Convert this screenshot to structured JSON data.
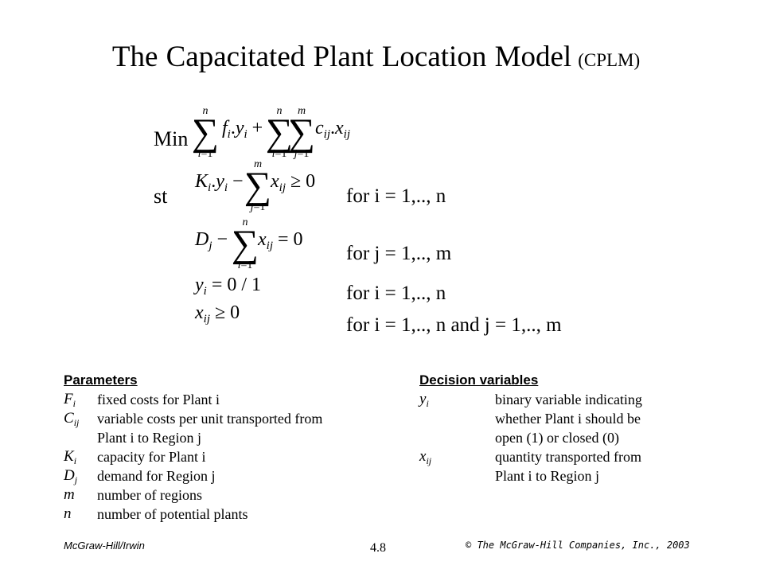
{
  "title": {
    "main": "The Capacitated Plant Location Model",
    "abbrev": "(CPLM)"
  },
  "formulation": {
    "objective_label": "Min",
    "st_label": "st",
    "constraint1_cond": "for i = 1,.., n",
    "constraint2_cond": "for j = 1,.., m",
    "constraint3_cond": "for i = 1,.., n",
    "constraint4_cond": "for i = 1,.., n and j = 1,.., m"
  },
  "parameters": {
    "heading": "Parameters",
    "items": [
      {
        "symbol": "F",
        "sub": "i",
        "desc": "fixed costs for Plant i"
      },
      {
        "symbol": "C",
        "sub": "ij",
        "desc": "variable costs per unit transported from"
      },
      {
        "symbol": "",
        "sub": "",
        "desc": "Plant i to Region j"
      },
      {
        "symbol": "K",
        "sub": "i",
        "desc": "capacity for Plant i"
      },
      {
        "symbol": "D",
        "sub": "j",
        "desc": "demand for Region j"
      },
      {
        "symbol": "m",
        "sub": "",
        "desc": "number of regions"
      },
      {
        "symbol": "n",
        "sub": "",
        "desc": "number of potential plants"
      }
    ]
  },
  "decision_variables": {
    "heading": "Decision variables",
    "items": [
      {
        "symbol": "y",
        "sub": "i",
        "desc": "binary variable indicating"
      },
      {
        "symbol": "",
        "sub": "",
        "desc": "whether Plant i should be"
      },
      {
        "symbol": "",
        "sub": "",
        "desc": "open (1) or closed (0)"
      },
      {
        "symbol": "x",
        "sub": "ij",
        "desc": "quantity transported from"
      },
      {
        "symbol": "",
        "sub": "",
        "desc": "Plant i to Region j"
      }
    ]
  },
  "footer": {
    "publisher": "McGraw-Hill/Irwin",
    "page": "4.8",
    "copyright": "© The McGraw-Hill Companies, Inc., 2003"
  }
}
